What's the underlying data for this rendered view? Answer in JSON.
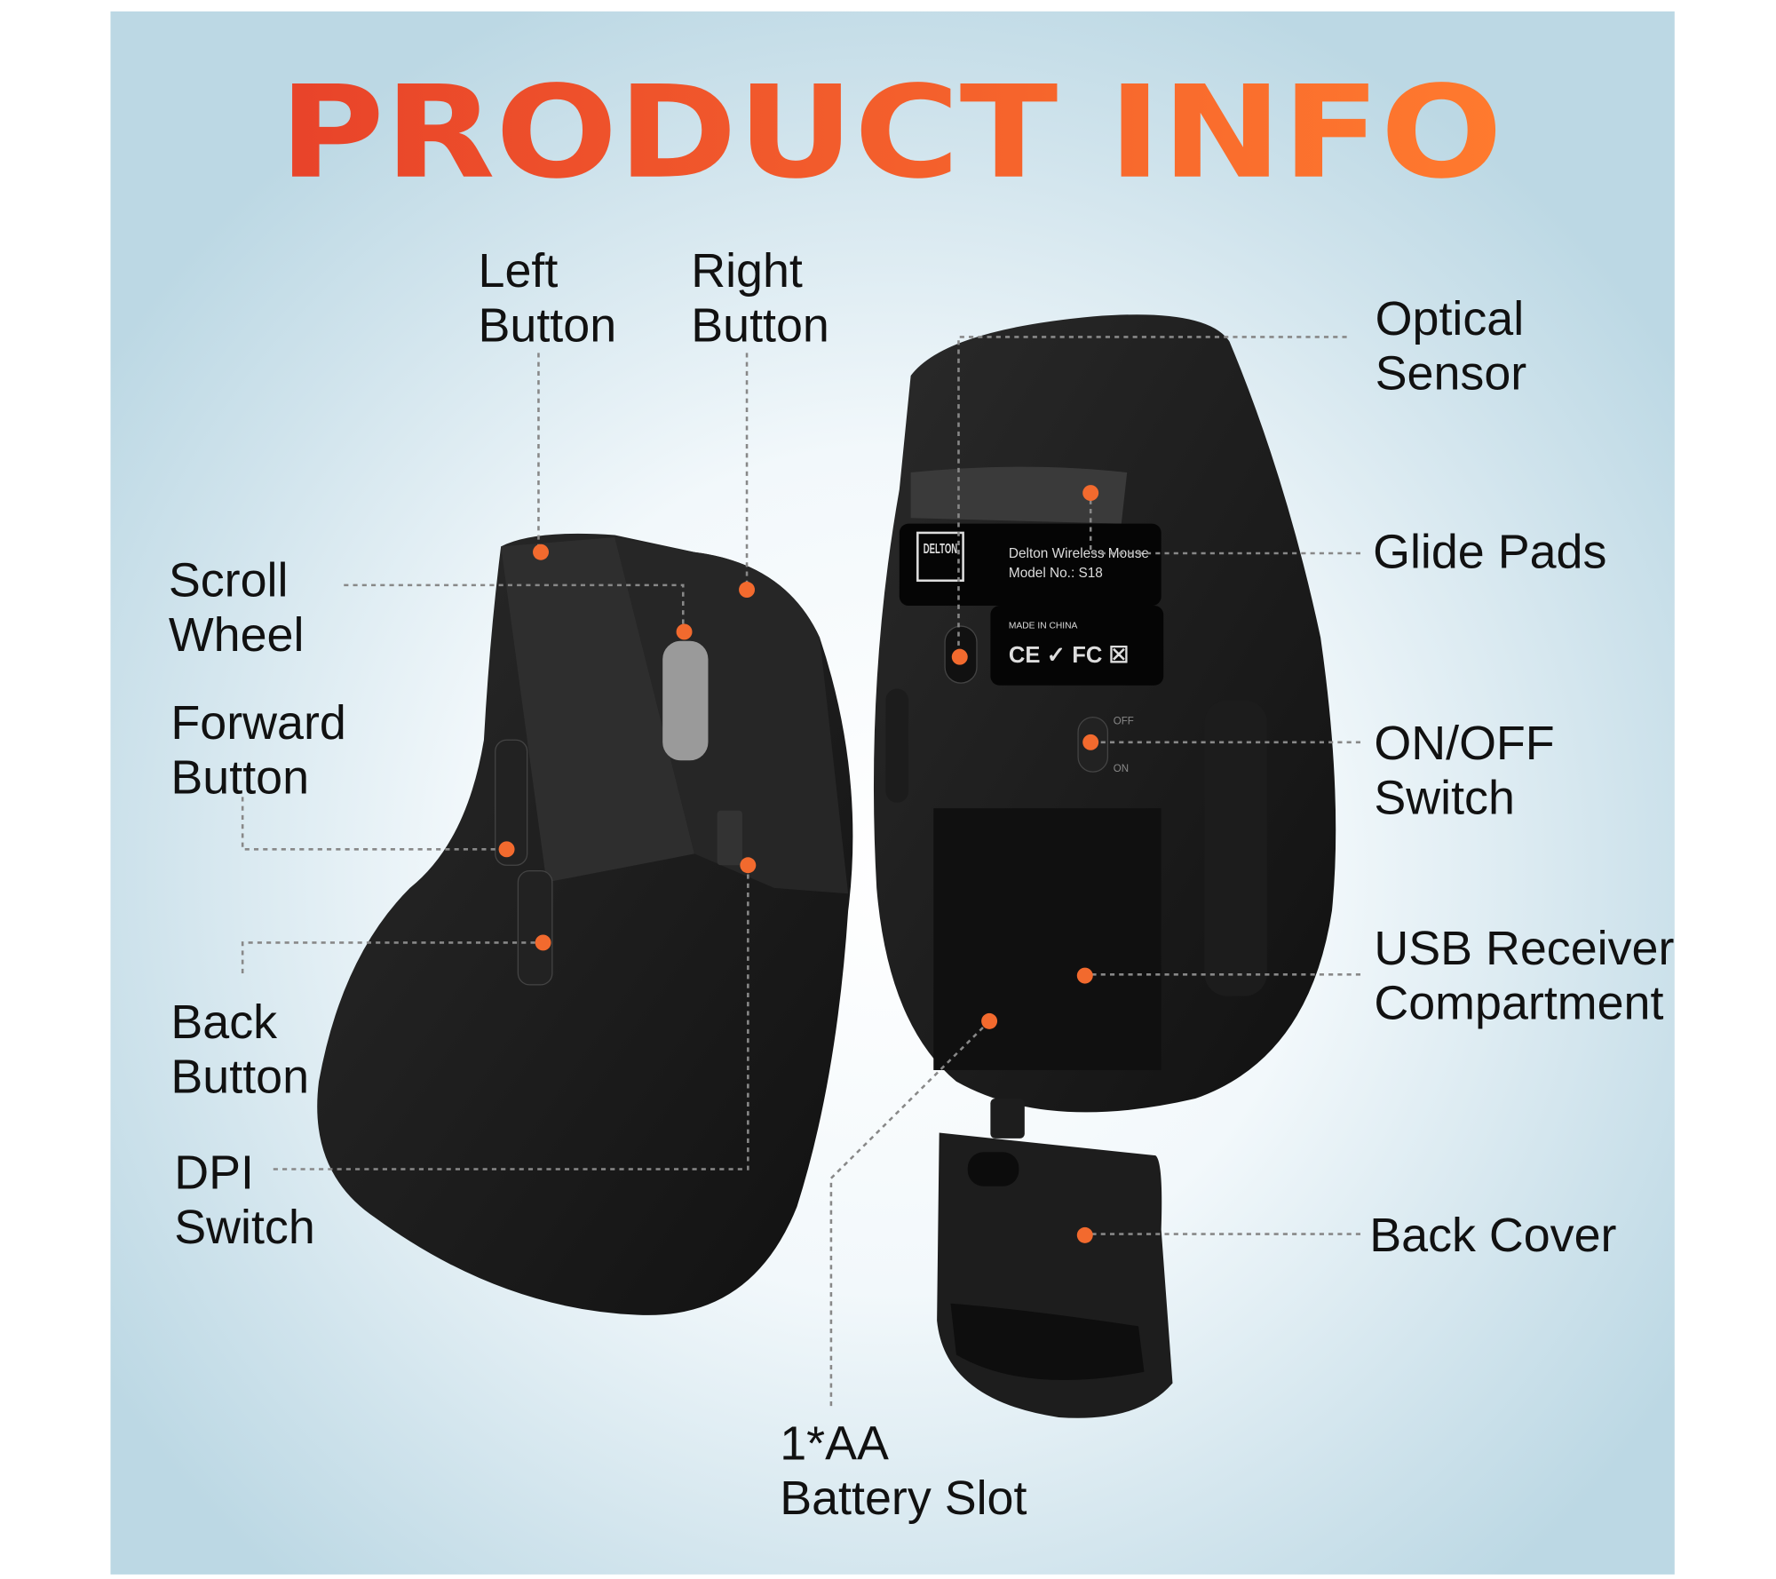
{
  "title": "PRODUCT INFO",
  "labels": {
    "left_button": [
      "Left",
      "Button"
    ],
    "right_button": [
      "Right",
      "Button"
    ],
    "optical_sensor": [
      "Optical",
      "Sensor"
    ],
    "scroll_wheel": [
      "Scroll",
      "Wheel"
    ],
    "glide_pads": [
      "Glide Pads"
    ],
    "forward_button": [
      "Forward",
      "Button"
    ],
    "on_off_switch": [
      "ON/OFF",
      "Switch"
    ],
    "usb_receiver": [
      "USB Receiver",
      "Compartment"
    ],
    "back_button": [
      "Back",
      "Button"
    ],
    "dpi_switch": [
      "DPI",
      "Switch"
    ],
    "back_cover": [
      "Back Cover"
    ],
    "battery_slot": [
      "1*AA",
      "Battery Slot"
    ]
  },
  "sticker": {
    "logo": "DELTON",
    "name": "Delton Wireless Mouse",
    "model": "Model No.: S18",
    "origin": "MADE IN CHINA",
    "marks": "CE ✓ FC ☒"
  },
  "switch": {
    "off": "OFF",
    "on": "ON"
  },
  "colors": {
    "accent": "#f26a2e",
    "title_start": "#e8432a",
    "title_end": "#ff7a2e"
  }
}
